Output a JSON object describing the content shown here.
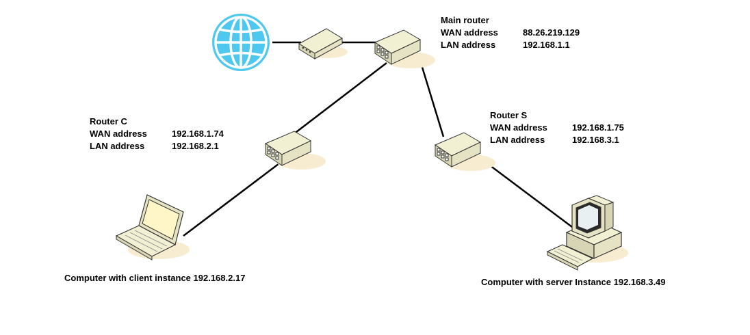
{
  "main_router": {
    "title": "Main router",
    "wan_label": "WAN address",
    "wan_value": "88.26.219.129",
    "lan_label": "LAN address",
    "lan_value": "192.168.1.1"
  },
  "router_c": {
    "title": "Router C",
    "wan_label": "WAN address",
    "wan_value": "192.168.1.74",
    "lan_label": "LAN address",
    "lan_value": "192.168.2.1"
  },
  "router_s": {
    "title": "Router S",
    "wan_label": "WAN address",
    "wan_value": "192.168.1.75",
    "lan_label": "LAN address",
    "lan_value": "192.168.3.1"
  },
  "client": {
    "caption": "Computer with client instance 192.168.2.17"
  },
  "server": {
    "caption": "Computer with server Instance 192.168.3.49"
  },
  "colors": {
    "globe": "#4fc8f0",
    "device_body": "#f2f0d2",
    "shadow": "#f7ecd0",
    "line": "#000000",
    "screen": "#fff6c8"
  },
  "icons": [
    "globe-icon",
    "modem-icon",
    "router-icon",
    "laptop-icon",
    "desktop-computer-icon"
  ]
}
